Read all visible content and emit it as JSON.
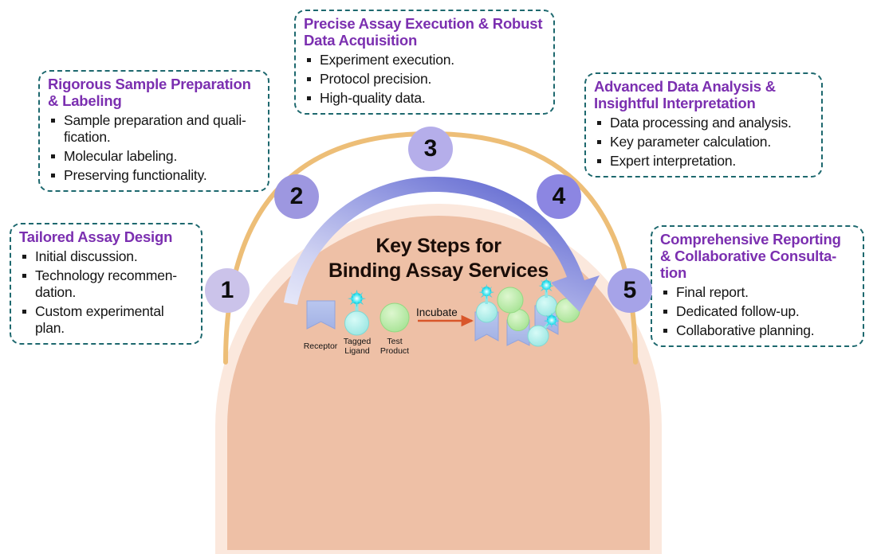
{
  "center": {
    "title_line1": "Key Steps for",
    "title_line2": "Binding Assay Services",
    "diagram": {
      "receptor_label": "Receptor",
      "tagged_ligand_label_line1": "Tagged",
      "tagged_ligand_label_line2": "Ligand",
      "test_product_label_line1": "Test",
      "test_product_label_line2": "Product",
      "incubate_label": "Incubate"
    }
  },
  "steps": [
    {
      "number": "1",
      "color": "#cbc3ea"
    },
    {
      "number": "2",
      "color": "#9d97e0"
    },
    {
      "number": "3",
      "color": "#b5aeea"
    },
    {
      "number": "4",
      "color": "#8c86e2"
    },
    {
      "number": "5",
      "color": "#a6a3e8"
    }
  ],
  "callouts": [
    {
      "id": "step1",
      "title": "Tailored Assay Design",
      "items": [
        "Initial discussion.",
        "Technology recommen-dation.",
        "Custom experimental plan."
      ]
    },
    {
      "id": "step2",
      "title": "Rigorous Sample Preparation & Labeling",
      "items": [
        "Sample preparation and quali-fication.",
        "Molecular labeling.",
        "Preserving functionality."
      ]
    },
    {
      "id": "step3",
      "title": "Precise Assay Execution & Robust Data Acquisition",
      "items": [
        "Experiment execution.",
        "Protocol precision.",
        "High-quality data."
      ]
    },
    {
      "id": "step4",
      "title": "Advanced Data Analysis & Insightful Interpretation",
      "items": [
        "Data processing and analysis.",
        "Key parameter calculation.",
        "Expert interpretation."
      ]
    },
    {
      "id": "step5",
      "title": "Comprehensive Reporting & Collaborative Consulta-tion",
      "items": [
        "Final report.",
        "Dedicated follow-up.",
        "Collaborative planning."
      ]
    }
  ],
  "colors": {
    "heading_purple": "#7b2fb0",
    "dashed_border_teal": "#1d686e",
    "orange_arc": "#edbe77",
    "blue_arrow_start": "#cfd2f2",
    "blue_arrow_end": "#4a52c8",
    "dome_fill": "#eec0a6",
    "dome_outer_fill": "#fbe8dd",
    "incubate_arrow": "#d9562a",
    "receptor_fill": "#aebdea",
    "ligand_fill": "#a9ecea",
    "tag_fill": "#2fe0ee",
    "product_fill": "#b2e8a0"
  }
}
